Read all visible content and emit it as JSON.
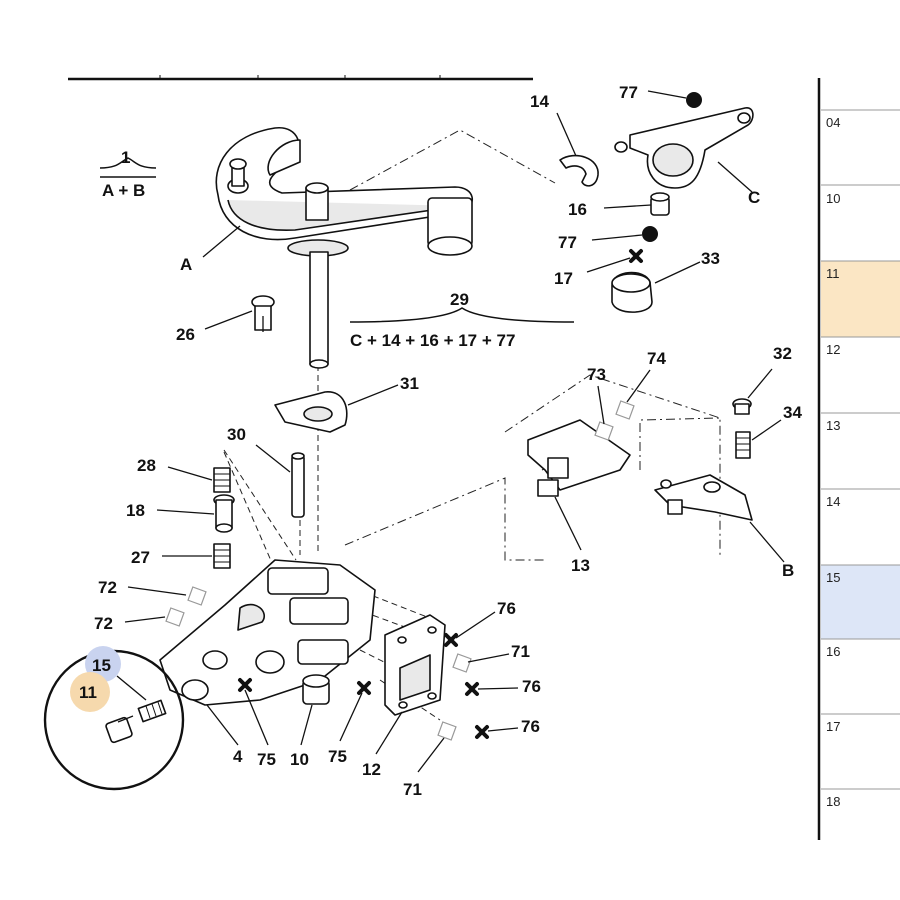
{
  "labels": {
    "l1": "1",
    "l1sub": "A + B",
    "lA": "A",
    "lB": "B",
    "lC": "C",
    "l14": "14",
    "l77a": "77",
    "l77b": "77",
    "l16": "16",
    "l17": "17",
    "l33": "33",
    "l26": "26",
    "l29": "29",
    "l29sub": "C + 14 + 16 + 17 + 77",
    "l31": "31",
    "l30": "30",
    "l28": "28",
    "l18": "18",
    "l27": "27",
    "l72a": "72",
    "l72b": "72",
    "l15": "15",
    "l11": "11",
    "l4": "4",
    "l75a": "75",
    "l10": "10",
    "l75b": "75",
    "l12": "12",
    "l71a": "71",
    "l71b": "71",
    "l76a": "76",
    "l76b": "76",
    "l76c": "76",
    "l73": "73",
    "l74": "74",
    "l32": "32",
    "l34": "34",
    "l13": "13"
  },
  "highlights": {
    "blue": "#c9d3ef",
    "peach": "#f6d9ad"
  },
  "side_table": {
    "rows": [
      "04",
      "10",
      "11",
      "12",
      "13",
      "14",
      "15",
      "16",
      "17",
      "18"
    ],
    "highlight_row_colors": {
      "11": "#fbe6c4",
      "15": "#dde6f7"
    }
  },
  "markers": {
    "filled_dot": "filled-dot-icon",
    "cross": "cross-icon",
    "diamond": "diamond-icon"
  }
}
